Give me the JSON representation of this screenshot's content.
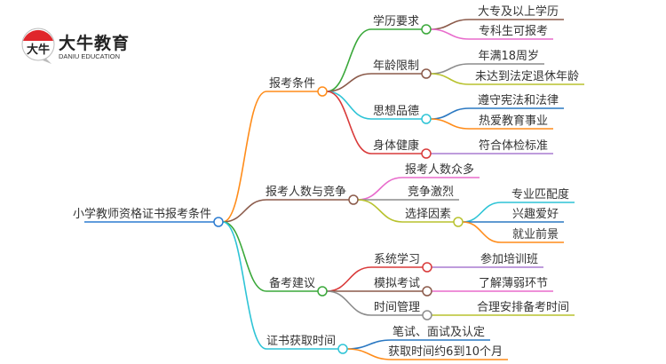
{
  "logo": {
    "name_cn": "大牛教育",
    "name_en": "DANIU EDUCATION",
    "mark": "大牛"
  },
  "root": {
    "label": "小学教师资格证书报考条件",
    "color": "#2b7bd1"
  },
  "branches": [
    {
      "label": "报考条件",
      "color": "#ff8c1a",
      "children": [
        {
          "label": "学历要求",
          "color": "#3aa83a",
          "children": [
            {
              "label": "大专及以上学历",
              "color": "#8b5a4a"
            },
            {
              "label": "专科生可报考",
              "color": "#e86ccc"
            }
          ]
        },
        {
          "label": "年龄限制",
          "color": "#8b5a4a",
          "children": [
            {
              "label": "年满18周岁",
              "color": "#8c8c8c"
            },
            {
              "label": "未达到法定退休年龄",
              "color": "#b8c22e"
            }
          ]
        },
        {
          "label": "思想品德",
          "color": "#2ec4d6",
          "children": [
            {
              "label": "遵守宪法和法律",
              "color": "#2a78c2"
            },
            {
              "label": "热爱教育事业",
              "color": "#ff8c1a"
            }
          ]
        },
        {
          "label": "身体健康",
          "color": "#d93a3a",
          "children": [
            {
              "label": "符合体检标准",
              "color": "#a97bd1"
            }
          ]
        }
      ]
    },
    {
      "label": "报考人数与竞争",
      "color": "#8b5a4a",
      "children": [
        {
          "label": "报考人数众多",
          "color": "#e86ccc"
        },
        {
          "label": "竞争激烈",
          "color": "#8c8c8c"
        },
        {
          "label": "选择因素",
          "color": "#b8c22e",
          "children": [
            {
              "label": "专业匹配度",
              "color": "#2ec4d6"
            },
            {
              "label": "兴趣爱好",
              "color": "#2a78c2"
            },
            {
              "label": "就业前景",
              "color": "#ff8c1a"
            }
          ]
        }
      ]
    },
    {
      "label": "备考建议",
      "color": "#3aa83a",
      "children": [
        {
          "label": "系统学习",
          "color": "#d93a3a",
          "children": [
            {
              "label": "参加培训班",
              "color": "#a97bd1"
            }
          ]
        },
        {
          "label": "模拟考试",
          "color": "#8b5a4a",
          "children": [
            {
              "label": "了解薄弱环节",
              "color": "#e86ccc"
            }
          ]
        },
        {
          "label": "时间管理",
          "color": "#8c8c8c",
          "children": [
            {
              "label": "合理安排备考时间",
              "color": "#b8c22e"
            }
          ]
        }
      ]
    },
    {
      "label": "证书获取时间",
      "color": "#2ec4d6",
      "children": [
        {
          "label": "笔试、面试及认定",
          "color": "#2a78c2"
        },
        {
          "label": "获取时间约6到10个月",
          "color": "#ff8c1a"
        }
      ]
    }
  ]
}
